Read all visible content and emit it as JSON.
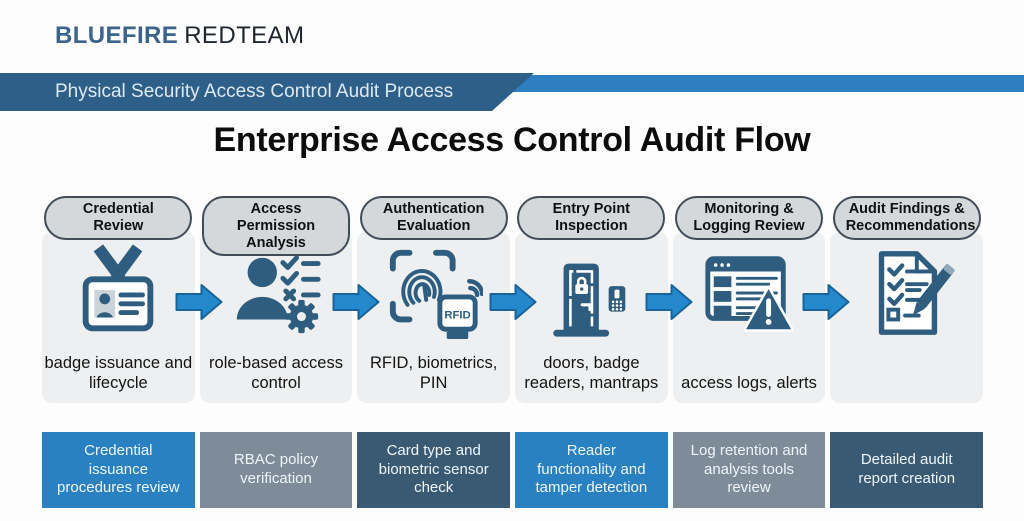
{
  "brand": {
    "primary": "BLUEFIRE",
    "secondary": "REDTEAM"
  },
  "banner": {
    "label": "Physical Security Access Control Audit Process"
  },
  "title": "Enterprise Access Control Audit Flow",
  "colors": {
    "brand_blue": "#3a648c",
    "banner_blue": "#2e5f88",
    "accent_blue": "#2e7fc1",
    "arrow_blue": "#2389cc",
    "icon_ink": "#2e5d7f",
    "pill_bg": "#d5d8da",
    "card_bg": "#edeff0",
    "footer_blue": "#2981c1",
    "footer_gray": "#7e8c99",
    "footer_slate": "#3a5a74"
  },
  "columns": [
    {
      "header": "Credential Review",
      "icon": "id-badge-icon",
      "description": "badge issuance and lifecycle",
      "footer": "Credential issuance procedures review",
      "footer_color": "#2981c1"
    },
    {
      "header": "Access Permission Analysis",
      "icon": "user-permissions-icon",
      "description": "role-based access control",
      "footer": "RBAC policy verification",
      "footer_color": "#7e8c99"
    },
    {
      "header": "Authentication Evaluation",
      "icon": "fingerprint-rfid-icon",
      "icon_label": "RFID",
      "description": "RFID, biometrics, PIN",
      "footer": "Card type and biometric sensor check",
      "footer_color": "#3a5a74"
    },
    {
      "header": "Entry Point Inspection",
      "icon": "door-keypad-icon",
      "description": "doors, badge readers, mantraps",
      "footer": "Reader functionality and tamper detection",
      "footer_color": "#2981c1"
    },
    {
      "header": "Monitoring & Logging Review",
      "icon": "log-alert-icon",
      "description": "access logs, alerts",
      "footer": "Log retention and analysis tools review",
      "footer_color": "#7e8c99"
    },
    {
      "header": "Audit Findings & Recommendations",
      "icon": "report-pencil-icon",
      "description": "",
      "footer": "Detailed audit report creation",
      "footer_color": "#3a5a74"
    }
  ]
}
